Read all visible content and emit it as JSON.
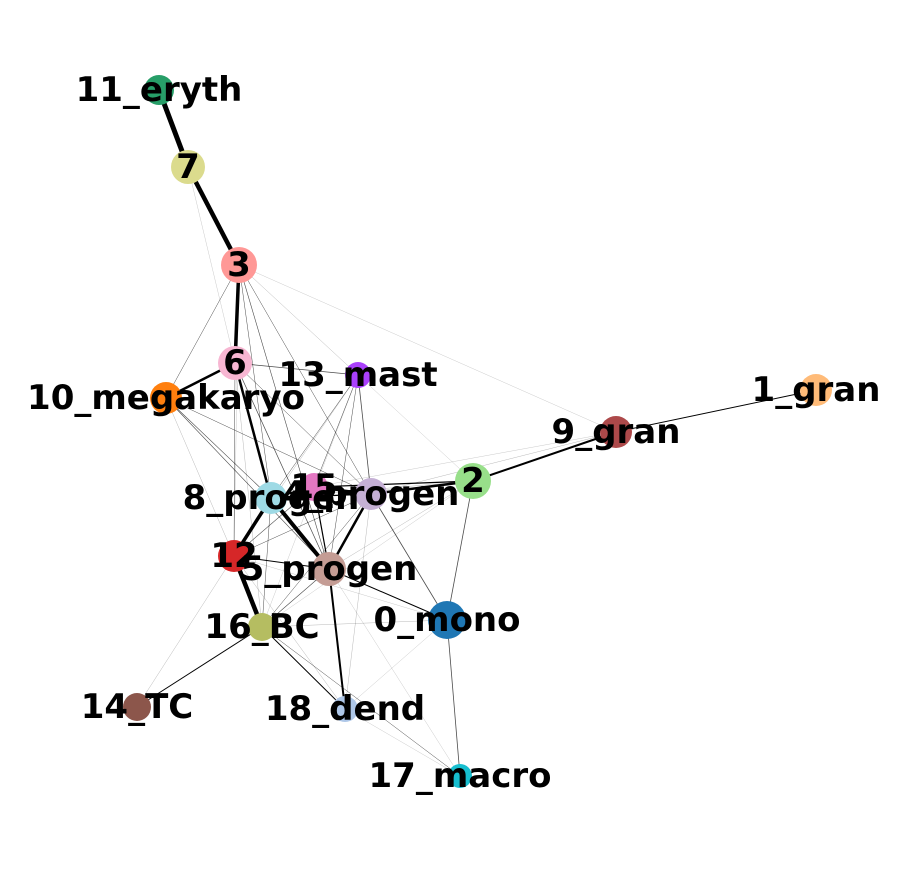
{
  "graph": {
    "nodes": [
      {
        "id": "0_mono",
        "color": "#1f77b4"
      },
      {
        "id": "1_gran",
        "color": "#ffbb78"
      },
      {
        "id": "2",
        "color": "#98df8a"
      },
      {
        "id": "3",
        "color": "#ff9896"
      },
      {
        "id": "4_progen",
        "color": "#c5b0d5"
      },
      {
        "id": "5_progen",
        "color": "#c49c94"
      },
      {
        "id": "6",
        "color": "#f7b6d2"
      },
      {
        "id": "7",
        "color": "#dbdb8d"
      },
      {
        "id": "8_progen",
        "color": "#9edae5"
      },
      {
        "id": "9_gran",
        "color": "#ad494a"
      },
      {
        "id": "10_megakaryo",
        "color": "#ff7f0e"
      },
      {
        "id": "11_eryth",
        "color": "#279e68"
      },
      {
        "id": "12",
        "color": "#d62728"
      },
      {
        "id": "13_mast",
        "color": "#aa40fc"
      },
      {
        "id": "14_TC",
        "color": "#8c564b"
      },
      {
        "id": "15",
        "color": "#e377c2"
      },
      {
        "id": "16_BC",
        "color": "#b5bd61"
      },
      {
        "id": "17_macro",
        "color": "#17becf"
      },
      {
        "id": "18_dend",
        "color": "#aec7e8"
      }
    ],
    "edges": [
      {
        "source": "11_eryth",
        "target": "7",
        "weight": 5
      },
      {
        "source": "7",
        "target": "3",
        "weight": 4.5
      },
      {
        "source": "3",
        "target": "6",
        "weight": 3.5
      },
      {
        "source": "6",
        "target": "10_megakaryo",
        "weight": 2.5
      },
      {
        "source": "6",
        "target": "8_progen",
        "weight": 2.5
      },
      {
        "source": "8_progen",
        "target": "12",
        "weight": 3.5
      },
      {
        "source": "12",
        "target": "16_BC",
        "weight": 4.5
      },
      {
        "source": "8_progen",
        "target": "5_progen",
        "weight": 4
      },
      {
        "source": "8_progen",
        "target": "15",
        "weight": 2
      },
      {
        "source": "15",
        "target": "4_progen",
        "weight": 2.5
      },
      {
        "source": "4_progen",
        "target": "2",
        "weight": 2.5
      },
      {
        "source": "4_progen",
        "target": "5_progen",
        "weight": 2.5
      },
      {
        "source": "2",
        "target": "9_gran",
        "weight": 2
      },
      {
        "source": "9_gran",
        "target": "1_gran",
        "weight": 1
      },
      {
        "source": "5_progen",
        "target": "18_dend",
        "weight": 2
      },
      {
        "source": "5_progen",
        "target": "0_mono",
        "weight": 1
      },
      {
        "source": "16_BC",
        "target": "18_dend",
        "weight": 1
      },
      {
        "source": "16_BC",
        "target": "14_TC",
        "weight": 1
      },
      {
        "source": "12",
        "target": "5_progen",
        "weight": 1
      },
      {
        "source": "0_mono",
        "target": "17_macro",
        "weight": 0.8
      },
      {
        "source": "2",
        "target": "0_mono",
        "weight": 0.8
      },
      {
        "source": "4_progen",
        "target": "0_mono",
        "weight": 0.8
      },
      {
        "source": "13_mast",
        "target": "4_progen",
        "weight": 0.8
      },
      {
        "source": "6",
        "target": "13_mast",
        "weight": 0.8
      },
      {
        "source": "16_BC",
        "target": "17_macro",
        "weight": 0.5
      },
      {
        "source": "15",
        "target": "2",
        "weight": 1.2
      },
      {
        "source": "8_progen",
        "target": "4_progen",
        "weight": 1.2
      },
      {
        "source": "10_megakaryo",
        "target": "5_progen",
        "weight": 0.6
      },
      {
        "source": "10_megakaryo",
        "target": "4_progen",
        "weight": 0.5
      },
      {
        "source": "10_megakaryo",
        "target": "8_progen",
        "weight": 0.6
      },
      {
        "source": "10_megakaryo",
        "target": "12",
        "weight": 0.4
      },
      {
        "source": "10_megakaryo",
        "target": "3",
        "weight": 0.5
      },
      {
        "source": "3",
        "target": "4_progen",
        "weight": 0.5
      },
      {
        "source": "3",
        "target": "5_progen",
        "weight": 0.6
      },
      {
        "source": "3",
        "target": "8_progen",
        "weight": 0.5
      },
      {
        "source": "3",
        "target": "13_mast",
        "weight": 0.4
      },
      {
        "source": "3",
        "target": "9_gran",
        "weight": 0.3
      },
      {
        "source": "3",
        "target": "12",
        "weight": 0.3
      },
      {
        "source": "7",
        "target": "6",
        "weight": 0.3
      },
      {
        "source": "6",
        "target": "4_progen",
        "weight": 0.5
      },
      {
        "source": "6",
        "target": "5_progen",
        "weight": 0.7
      },
      {
        "source": "6",
        "target": "12",
        "weight": 0.5
      },
      {
        "source": "6",
        "target": "16_BC",
        "weight": 0.4
      },
      {
        "source": "13_mast",
        "target": "8_progen",
        "weight": 0.5
      },
      {
        "source": "13_mast",
        "target": "5_progen",
        "weight": 0.5
      },
      {
        "source": "13_mast",
        "target": "12",
        "weight": 0.4
      },
      {
        "source": "13_mast",
        "target": "16_BC",
        "weight": 0.3
      },
      {
        "source": "13_mast",
        "target": "2",
        "weight": 0.3
      },
      {
        "source": "12",
        "target": "4_progen",
        "weight": 0.5
      },
      {
        "source": "12",
        "target": "14_TC",
        "weight": 0.4
      },
      {
        "source": "12",
        "target": "18_dend",
        "weight": 0.4
      },
      {
        "source": "16_BC",
        "target": "5_progen",
        "weight": 0.6
      },
      {
        "source": "16_BC",
        "target": "4_progen",
        "weight": 0.5
      },
      {
        "source": "16_BC",
        "target": "0_mono",
        "weight": 0.4
      },
      {
        "source": "16_BC",
        "target": "8_progen",
        "weight": 0.5
      },
      {
        "source": "5_progen",
        "target": "17_macro",
        "weight": 0.3
      },
      {
        "source": "18_dend",
        "target": "17_macro",
        "weight": 0.3
      },
      {
        "source": "0_mono",
        "target": "18_dend",
        "weight": 0.3
      },
      {
        "source": "2",
        "target": "5_progen",
        "weight": 0.4
      },
      {
        "source": "2",
        "target": "8_progen",
        "weight": 0.4
      },
      {
        "source": "2",
        "target": "16_BC",
        "weight": 0.3
      },
      {
        "source": "9_gran",
        "target": "4_progen",
        "weight": 0.4
      },
      {
        "source": "9_gran",
        "target": "15",
        "weight": 0.3
      },
      {
        "source": "15",
        "target": "5_progen",
        "weight": 1.2
      },
      {
        "source": "15",
        "target": "12",
        "weight": 0.6
      },
      {
        "source": "15",
        "target": "13_mast",
        "weight": 0.5
      },
      {
        "source": "4_progen",
        "target": "18_dend",
        "weight": 0.4
      },
      {
        "source": "12",
        "target": "0_mono",
        "weight": 0.3
      }
    ]
  }
}
